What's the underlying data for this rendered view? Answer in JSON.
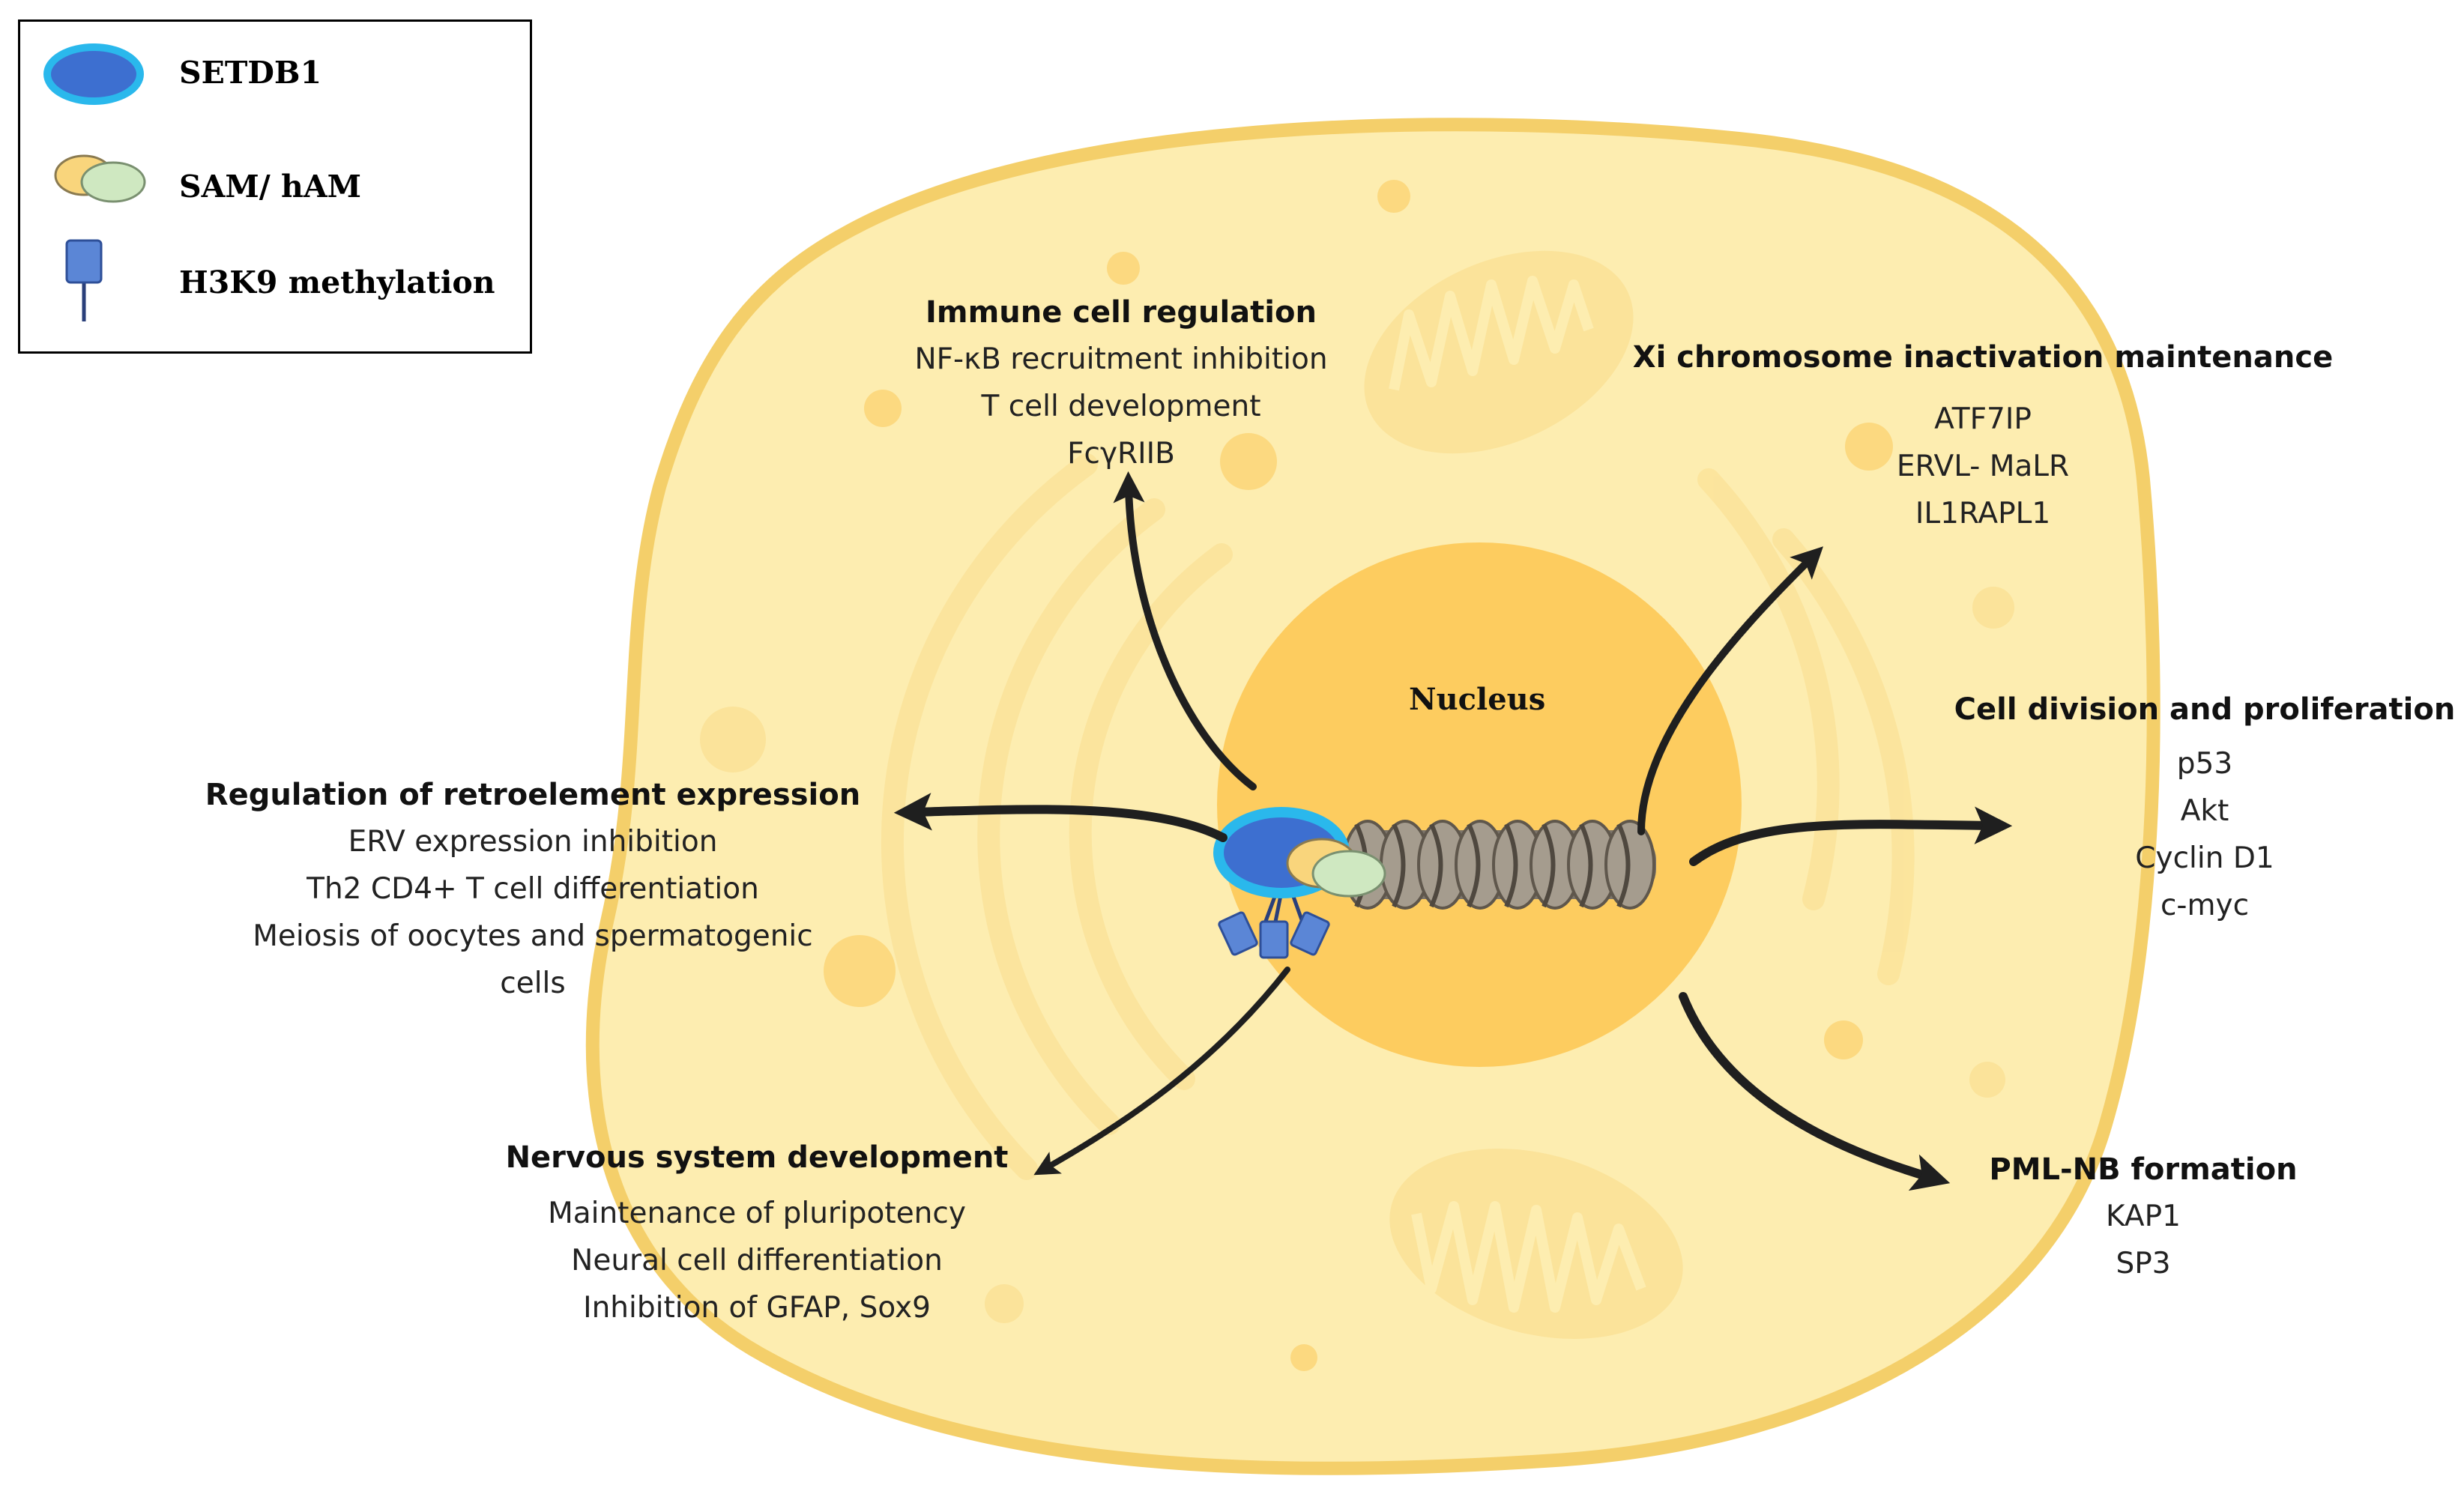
{
  "legend": {
    "setdb1": "SETDB1",
    "sam": "SAM/ hAM",
    "h3k9": "H3K9 methylation"
  },
  "nucleus_label": "Nucleus",
  "functions": {
    "immune": {
      "heading": "Immune cell regulation",
      "items": [
        "NF-κB recruitment inhibition",
        "T cell development",
        "FcγRIIB"
      ]
    },
    "xi": {
      "heading": "Xi chromosome inactivation maintenance",
      "items": [
        "ATF7IP",
        "ERVL- MaLR",
        "IL1RAPL1"
      ]
    },
    "division": {
      "heading": "Cell division and proliferation",
      "items": [
        "p53",
        "Akt",
        "Cyclin D1",
        "c-myc"
      ]
    },
    "retro": {
      "heading": "Regulation of retroelement expression",
      "items": [
        "ERV expression inhibition",
        "Th2 CD4+ T cell differentiation",
        "Meiosis of oocytes and spermatogenic",
        "cells"
      ]
    },
    "nervous": {
      "heading": "Nervous system development",
      "items": [
        "Maintenance of pluripotency",
        "Neural cell differentiation",
        "Inhibition of GFAP, Sox9"
      ]
    },
    "pml": {
      "heading": "PML-NB formation",
      "items": [
        "KAP1",
        "SP3"
      ]
    }
  },
  "colors": {
    "cytoplasm": "#fdedb0",
    "cell_border": "#f4cf6a",
    "nucleus": "#fdcc5f",
    "setdb1": "#3d6fd0",
    "setdb1_ring": "#2ab8ec",
    "sam": "#f9d57c",
    "ham": "#cfe8c1",
    "h3k9": "#5b86d6",
    "dna": "#8a8070"
  }
}
